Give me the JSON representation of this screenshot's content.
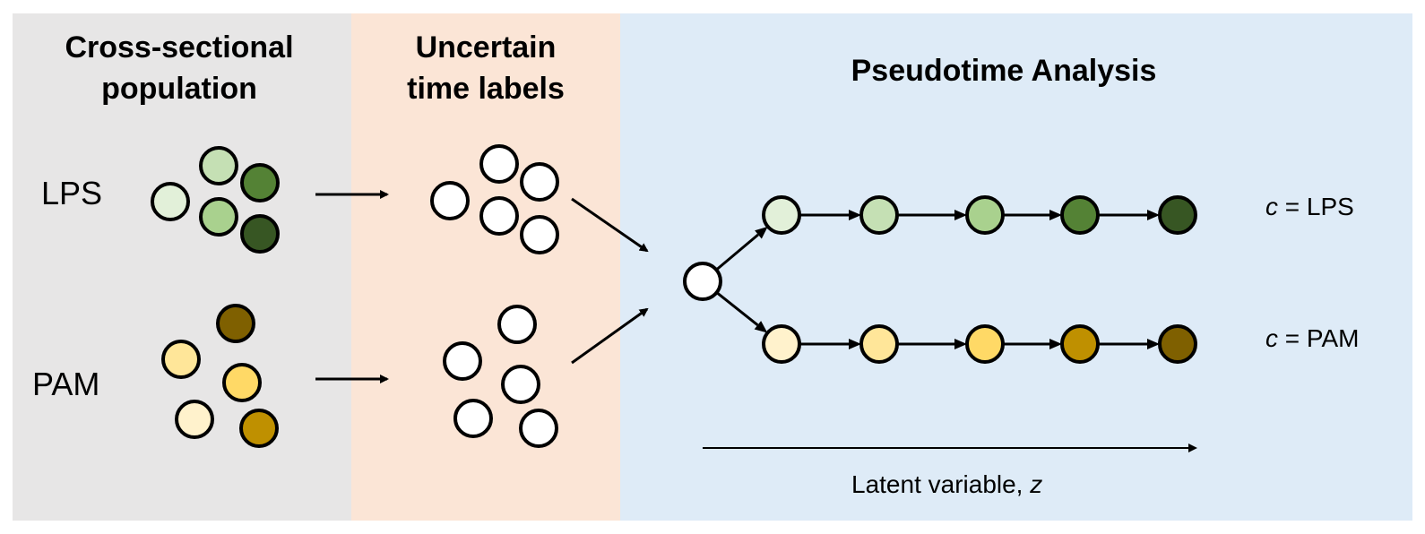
{
  "panels": {
    "cross_sectional": {
      "line1": "Cross-sectional",
      "line2": "population"
    },
    "uncertain": {
      "line1": "Uncertain",
      "line2": "time labels"
    },
    "pseudotime": {
      "title": "Pseudotime Analysis"
    }
  },
  "groups": {
    "lps": "LPS",
    "pam": "PAM"
  },
  "branches": {
    "lps": {
      "var": "c",
      "rest": " = LPS"
    },
    "pam": {
      "var": "c",
      "rest": " = PAM"
    }
  },
  "axis": {
    "label": "Latent variable, ",
    "var": "z"
  },
  "colors": {
    "lps_shades": [
      "#e2f0d9",
      "#c5e0b4",
      "#a9d18e",
      "#548235",
      "#375623"
    ],
    "pam_shades": [
      "#fff2cc",
      "#ffe699",
      "#ffd966",
      "#bf9000",
      "#7f6000"
    ],
    "unlabeled": "#ffffff",
    "outline": "#000000"
  }
}
